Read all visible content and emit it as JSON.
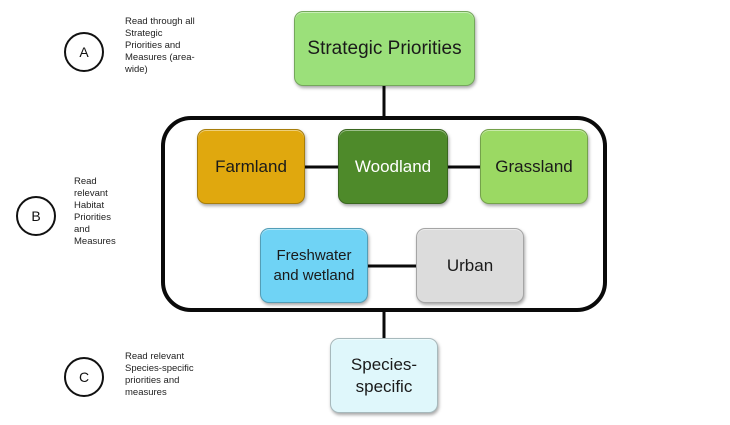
{
  "steps": [
    {
      "letter": "A",
      "text": "Read through all\nStrategic\nPriorities and\nMeasures (area-\nwide)"
    },
    {
      "letter": "B",
      "text": "Read\nrelevant\nHabitat\nPriorities\nand\nMeasures"
    },
    {
      "letter": "C",
      "text": "Read relevant\nSpecies-specific\npriorities and\nmeasures"
    }
  ],
  "nodes": {
    "strategic": "Strategic Priorities",
    "farmland": "Farmland",
    "woodland": "Woodland",
    "grassland": "Grassland",
    "freshwater": "Freshwater\nand wetland",
    "urban": "Urban",
    "species": "Species-\nspecific"
  },
  "colors": {
    "strategic": "#9be07a",
    "farmland": "#e0a80e",
    "woodland": "#4e8a2a",
    "grassland": "#9bd963",
    "freshwater": "#6fd3f5",
    "urban": "#dcdcdc",
    "species": "#dff7fb",
    "outline": "#0a0a0a"
  }
}
